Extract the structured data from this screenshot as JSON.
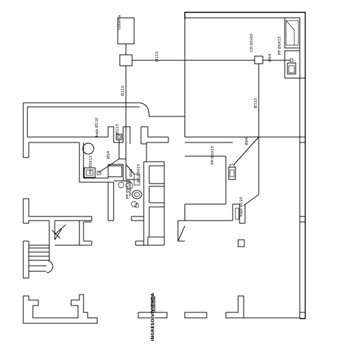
{
  "labels": {
    "sistema": "Sistema",
    "d110_top": "Ø110",
    "d110_left": "Ø110",
    "d110_right": "Ø110",
    "ch": "CH 60x60",
    "d64_top": "Ø64",
    "pp_top": "PP Ø0X15",
    "bajo_left": "bajo Ø110",
    "d110_mid": "Ø110",
    "d64_mid": "Ø64",
    "pp_left": "PP Ø0X15",
    "d60": "Ø60",
    "pp_mid": "PP Ø0X15",
    "pp_sink": "PP Ø0X15",
    "pp_center": "PP Ø0X15",
    "d64_right": "Ø64",
    "bajo_right": "bajo Ø110",
    "entrada": "INGRESO VIVIENDA"
  }
}
